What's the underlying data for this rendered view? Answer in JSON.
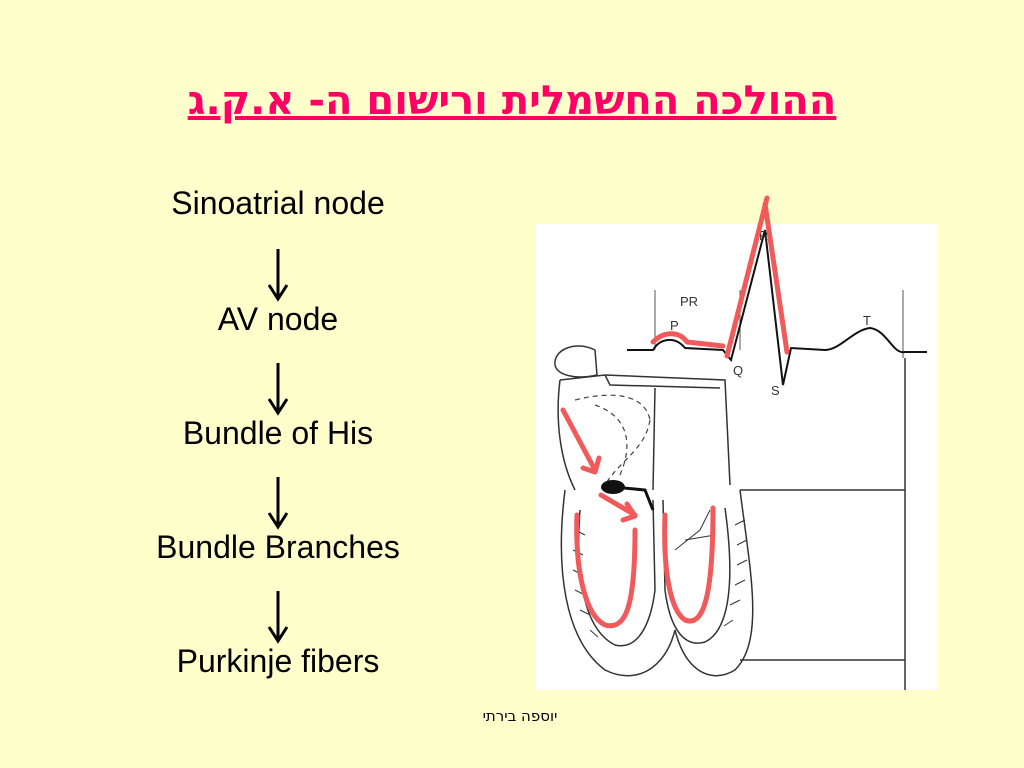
{
  "title": "ההולכה החשמלית ורישום ה- א.ק.ג",
  "flow_steps": [
    "Sinoatrial node",
    "AV node",
    "Bundle of His",
    "Bundle Branches",
    "Purkinje fibers"
  ],
  "ecg_labels": {
    "pr": "PR",
    "p": "P",
    "r": "R",
    "q": "Q",
    "s": "S",
    "t": "T"
  },
  "footer": "יוספה בירתי",
  "colors": {
    "background": "#ffffcc",
    "title": "#ff0066",
    "highlight": "#f05a5a"
  }
}
